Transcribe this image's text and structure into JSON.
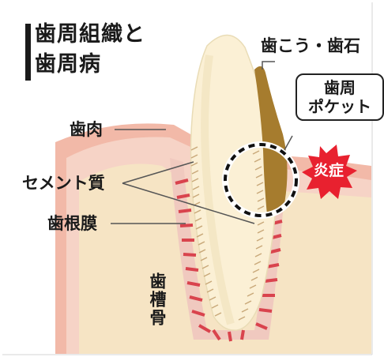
{
  "title": {
    "line1": "歯周組織と",
    "line2": "歯周病"
  },
  "labels": {
    "tartar": "歯こう・歯石",
    "pocket_line1": "歯周",
    "pocket_line2": "ポケット",
    "gum": "歯肉",
    "cementum": "セメント質",
    "pdl": "歯根膜",
    "bone": "歯槽骨",
    "inflammation": "炎症"
  },
  "colors": {
    "gum_outer": "#f2b9a8",
    "gum_inner": "#f6d3c6",
    "bone": "#f6e4c4",
    "tooth": "#fbf0d5",
    "tartar": "#a67c2e",
    "ligament": "#d9434d",
    "burst": "#e8212f"
  }
}
